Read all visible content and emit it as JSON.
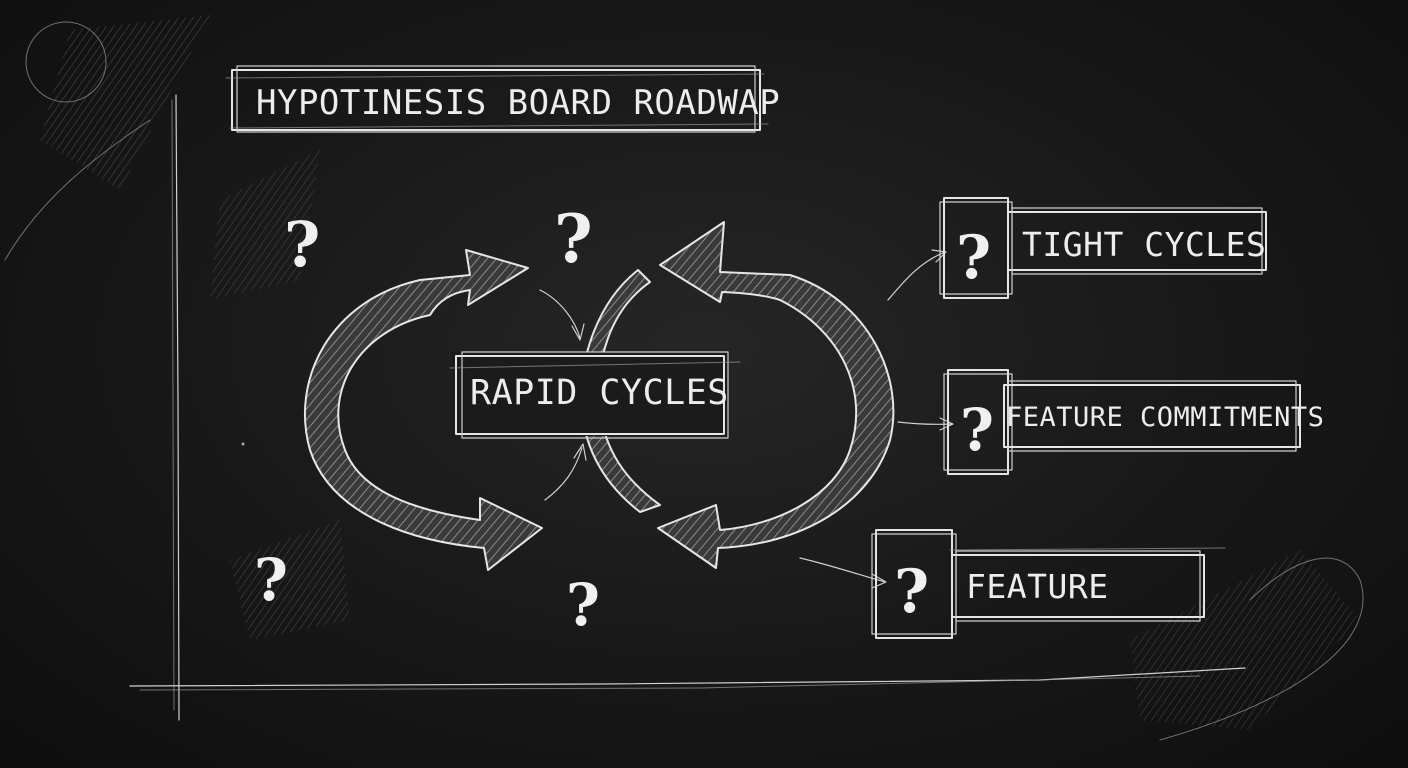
{
  "board": {
    "title": "HYPOTINESIS BOARD ROADWAP",
    "center_label": "RAPID CYCLES",
    "outcomes": [
      {
        "label": "TIGHT  CYCLES"
      },
      {
        "label": "FEATURE COMMITMENTS"
      },
      {
        "label": "FEATURE"
      }
    ],
    "question_mark": "?"
  },
  "colors": {
    "background": "#1a1a1a",
    "chalk": "#ededed"
  }
}
